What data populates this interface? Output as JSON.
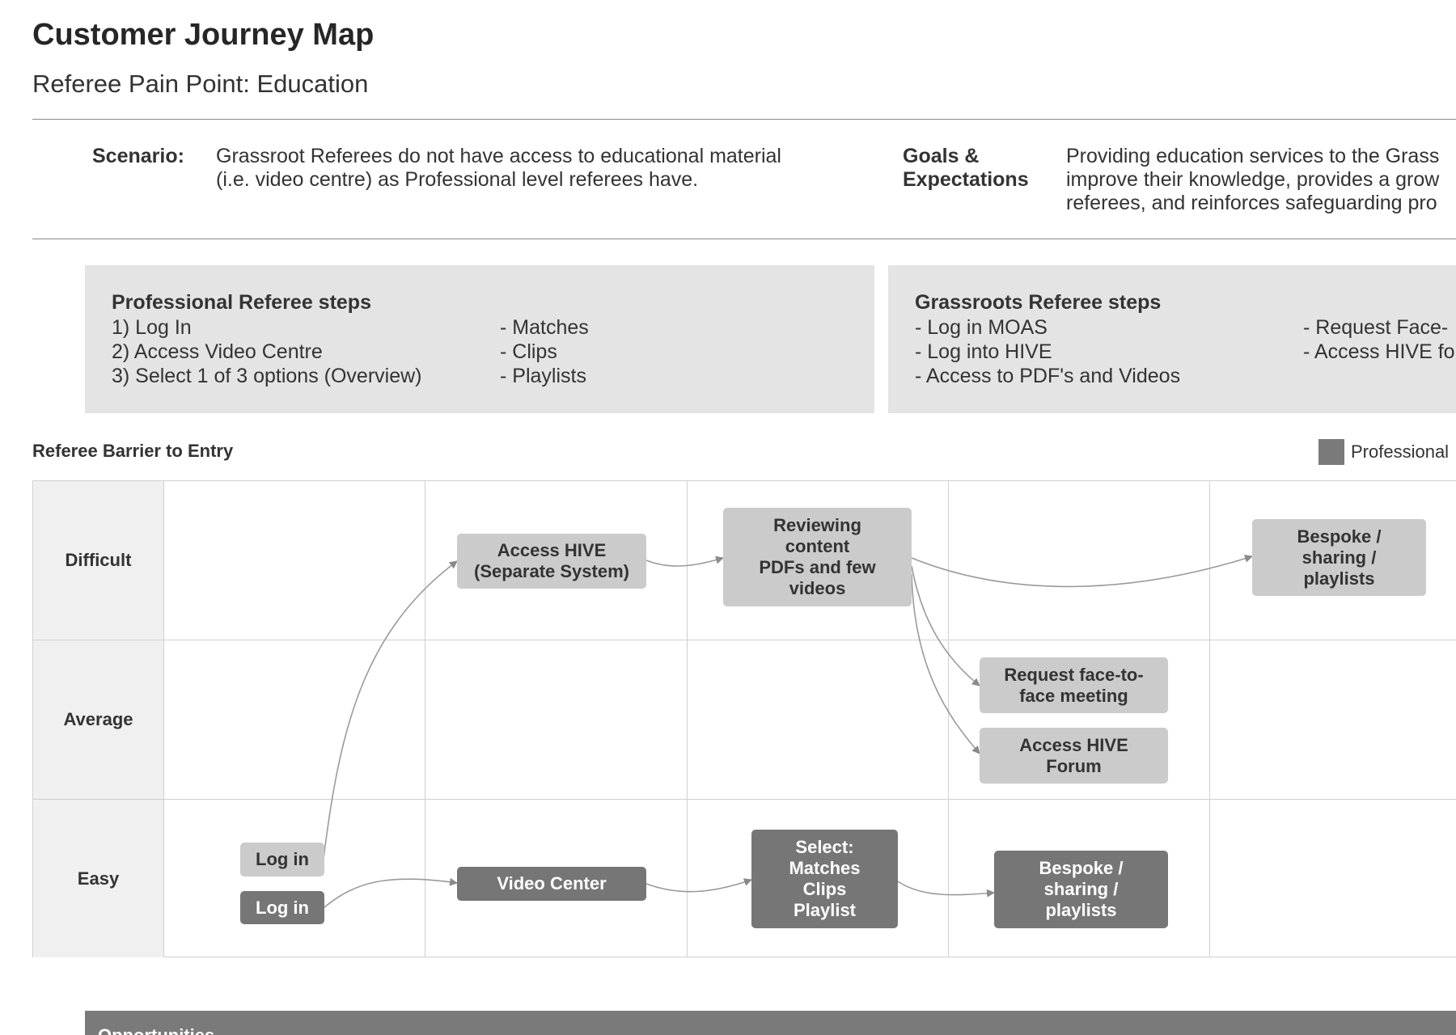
{
  "header": {
    "title": "Customer Journey Map",
    "subtitle": "Referee Pain Point: Education"
  },
  "scenario": {
    "label": "Scenario:",
    "lines": [
      "Grassroot Referees do not have access to educational material",
      "(i.e. video centre) as Professional level referees have."
    ]
  },
  "goals": {
    "label_lines": [
      "Goals &",
      "Expectations"
    ],
    "lines": [
      "Providing education services to the Grass",
      "improve their knowledge, provides a grow",
      "referees, and reinforces safeguarding pro"
    ]
  },
  "professional_steps": {
    "title": "Professional Referee steps",
    "left": [
      "1) Log In",
      "2)  Access Video Centre",
      "3) Select 1 of 3 options (Overview)"
    ],
    "right": [
      "- Matches",
      "- Clips",
      "- Playlists"
    ]
  },
  "grassroots_steps": {
    "title": "Grassroots Referee steps",
    "left": [
      "- Log in MOAS",
      "- Log into HIVE",
      "- Access to PDF's and Videos"
    ],
    "right": [
      "- Request Face-",
      "- Access HIVE fo"
    ]
  },
  "barrier": {
    "label": "Referee Barrier to Entry",
    "legend_label": "Professional",
    "legend_color": "#7a7a7a",
    "rows": [
      "Difficult",
      "Average",
      "Easy"
    ]
  },
  "nodes": {
    "login_light": "Log in",
    "login_dark": "Log in",
    "access_hive": [
      "Access HIVE",
      "(Separate System)"
    ],
    "reviewing": [
      "Reviewing",
      "content",
      "PDFs and few",
      "videos"
    ],
    "bespoke_top": [
      "Bespoke /",
      "sharing /",
      "playlists"
    ],
    "request_meeting": [
      "Request face-to-",
      "face meeting"
    ],
    "hive_forum": [
      "Access HIVE",
      "Forum"
    ],
    "video_center": "Video Center",
    "select": [
      "Select:",
      "Matches",
      "Clips",
      "Playlist"
    ],
    "bespoke_bottom": [
      "Bespoke /",
      "sharing /",
      "playlists"
    ]
  },
  "colors": {
    "grassroots_node": "#cbcbcb",
    "professional_node": "#767676",
    "steps_box": "#e4e4e4",
    "opportunities_bar": "#7a7a7a"
  },
  "opportunities": {
    "title": "Opportunities"
  }
}
